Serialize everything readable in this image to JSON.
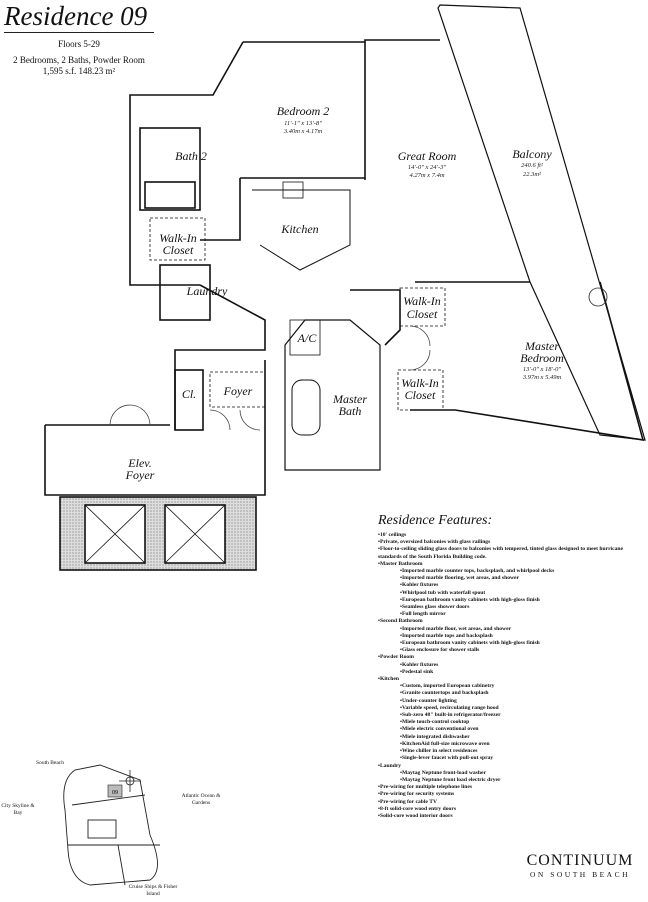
{
  "header": {
    "title": "Residence 09",
    "floors": "Floors 5-29",
    "rooms_summary": "2 Bedrooms, 2 Baths, Powder Room",
    "area": "1,595 s.f.  148.23 m²"
  },
  "rooms": {
    "bedroom2": {
      "name": "Bedroom 2",
      "dim_ft": "11'-1\" x 13'-8\"",
      "dim_m": "3.40m x 4.17m"
    },
    "great_room": {
      "name": "Great Room",
      "dim_ft": "14'-0\" x 24'-3\"",
      "dim_m": "4.27m x 7.4m"
    },
    "balcony": {
      "name": "Balcony",
      "dim_ft": "240.6 ft²",
      "dim_m": "22.3m²"
    },
    "master_bedroom": {
      "name": "Master Bedroom",
      "name_line1": "Master",
      "name_line2": "Bedroom",
      "dim_ft": "13'-0\" x 18'-0\"",
      "dim_m": "3.97m x 5.49m"
    },
    "bath2": "Bath 2",
    "kitchen": "Kitchen",
    "walk_in_closet_1": {
      "line1": "Walk-In",
      "line2": "Closet"
    },
    "walk_in_closet_2": {
      "line1": "Walk-In",
      "line2": "Closet"
    },
    "walk_in_closet_3": {
      "line1": "Walk-In",
      "line2": "Closet"
    },
    "laundry": "Laundry",
    "ac": "A/C",
    "closet": "Cl.",
    "foyer": "Foyer",
    "master_bath": {
      "line1": "Master",
      "line2": "Bath"
    },
    "elev_foyer": {
      "line1": "Elev.",
      "line2": "Foyer"
    }
  },
  "features": {
    "heading": "Residence Features:",
    "items": [
      {
        "text": "10' ceilings",
        "level": 0
      },
      {
        "text": "Private, oversized balconies with glass railings",
        "level": 0
      },
      {
        "text": "Floor-to-ceiling sliding glass doors to balconies with tempered, tinted glass designed to meet hurricane standards of the South Florida Building code.",
        "level": 0
      },
      {
        "text": "Master Bathroom",
        "level": 0
      },
      {
        "text": "Imported marble counter tops, backsplash, and whirlpool decks",
        "level": 1
      },
      {
        "text": "Imported marble flooring, wet areas, and shower",
        "level": 1
      },
      {
        "text": "Kohler fixtures",
        "level": 1
      },
      {
        "text": "Whirlpool tub with waterfall spout",
        "level": 1
      },
      {
        "text": "European bathroom vanity cabinets with high-gloss finish",
        "level": 1
      },
      {
        "text": "Seamless glass shower doors",
        "level": 1
      },
      {
        "text": "Full length mirror",
        "level": 1
      },
      {
        "text": "Second Bathroom",
        "level": 0
      },
      {
        "text": "Imported marble floor, wet areas, and shower",
        "level": 1
      },
      {
        "text": "Imported marble tops and backsplash",
        "level": 1
      },
      {
        "text": "European bathroom vanity cabinets with high-gloss finish",
        "level": 1
      },
      {
        "text": "Glass enclosure for shower stalls",
        "level": 1
      },
      {
        "text": "Powder Room",
        "level": 0
      },
      {
        "text": "Kohler fixtures",
        "level": 1
      },
      {
        "text": "Pedestal sink",
        "level": 1
      },
      {
        "text": "Kitchen",
        "level": 0
      },
      {
        "text": "Custom, imported European cabinetry",
        "level": 1
      },
      {
        "text": "Granite countertops and backsplash",
        "level": 1
      },
      {
        "text": "Under-counter lighting",
        "level": 1
      },
      {
        "text": "Variable speed, recirculating range hood",
        "level": 1
      },
      {
        "text": "Sub-zero 48\" built-in refrigerator/freezer",
        "level": 1
      },
      {
        "text": "Miele touch-control cooktop",
        "level": 1
      },
      {
        "text": "Miele electric conventional oven",
        "level": 1
      },
      {
        "text": "Miele integrated dishwasher",
        "level": 1
      },
      {
        "text": "KitchenAid full-size microwave oven",
        "level": 1
      },
      {
        "text": "Wine chiller in select residences",
        "level": 1
      },
      {
        "text": "Single-lever faucet with pull-out spray",
        "level": 1
      },
      {
        "text": "Laundry",
        "level": 0
      },
      {
        "text": "Maytag Neptune front-load washer",
        "level": 1
      },
      {
        "text": "Maytag Neptune front load electric dryer",
        "level": 1
      },
      {
        "text": "Pre-wiring for multiple telephone lines",
        "level": 0
      },
      {
        "text": "Pre-wiring for security systems",
        "level": 0
      },
      {
        "text": "Pre-wiring for cable TV",
        "level": 0
      },
      {
        "text": "8-ft solid-core wood entry doors",
        "level": 0
      },
      {
        "text": "Solid-core wood interior doors",
        "level": 0
      }
    ]
  },
  "key_map": {
    "south_beach": "South Beach",
    "city": "City Skyline & Bay",
    "atlantic": "Atlantic Ocean & Gardens",
    "cruise": "Cruise Ships & Fisher Island",
    "unit_number": "09"
  },
  "logo": {
    "name": "CONTINUUM",
    "tagline": "ON SOUTH BEACH"
  }
}
